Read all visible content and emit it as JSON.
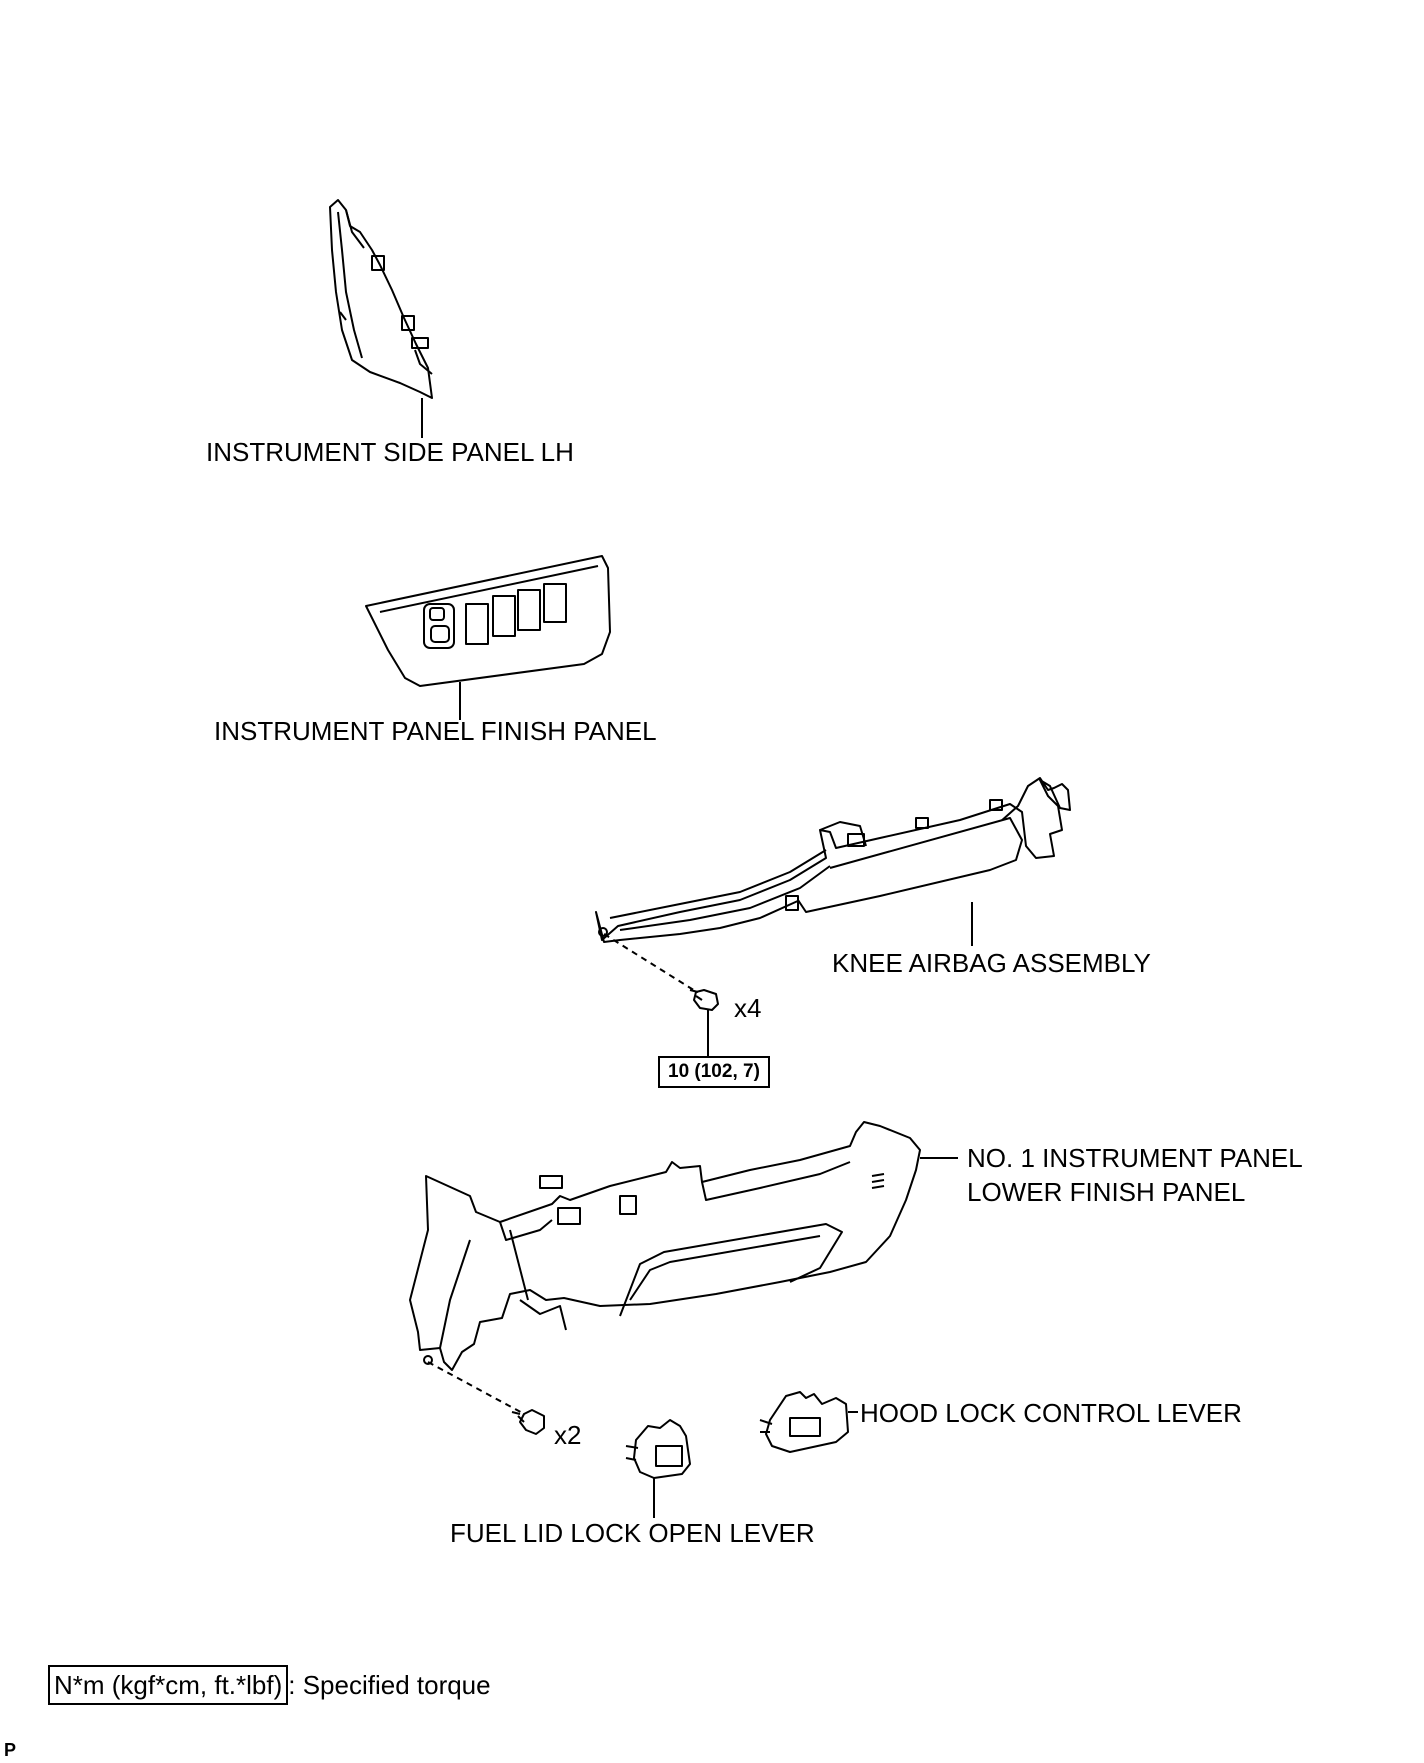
{
  "labels": {
    "side_panel": "INSTRUMENT SIDE PANEL LH",
    "finish_panel": "INSTRUMENT PANEL FINISH PANEL",
    "knee_airbag": "KNEE AIRBAG ASSEMBLY",
    "lower_panel_line1": "NO. 1 INSTRUMENT PANEL",
    "lower_panel_line2": "LOWER FINISH PANEL",
    "hood_lever": "HOOD LOCK CONTROL LEVER",
    "fuel_lever": "FUEL LID LOCK OPEN LEVER"
  },
  "fasteners": {
    "airbag_bolt_qty": "x4",
    "lower_panel_bolt_qty": "x2"
  },
  "torque": {
    "airbag_bolts": "10 (102, 7)"
  },
  "legend": {
    "unit_box": "N*m (kgf*cm, ft.*lbf)",
    "text": ": Specified torque"
  },
  "corner_mark": "P"
}
